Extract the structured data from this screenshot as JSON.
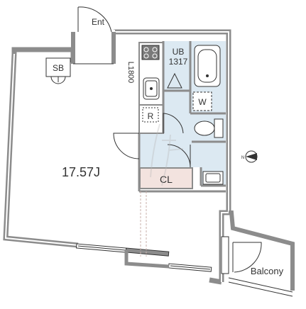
{
  "plan": {
    "labels": {
      "entrance": "Ent",
      "shoe_box": "SB",
      "kitchen_length": "L1800",
      "refrigerator": "R",
      "unit_bath": "UB",
      "unit_bath_size": "1317",
      "washer": "W",
      "closet": "CL",
      "room_area": "17.57J",
      "balcony": "Balcony"
    },
    "icons": [
      "stove-icon",
      "sink-icon",
      "bathtub-icon",
      "toilet-icon",
      "washbasin-icon",
      "north-arrow-icon",
      "watermark-logo"
    ],
    "colors": {
      "wall": "#8c8c8c",
      "wet_area": "#dce9f2",
      "closet": "#f3e3df",
      "line": "#333333"
    }
  }
}
